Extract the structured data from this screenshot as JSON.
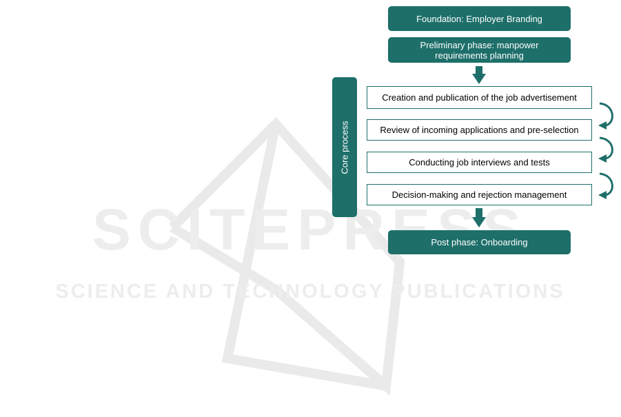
{
  "watermark": {
    "big": "SCITEPRESS",
    "small": "SCIENCE AND TECHNOLOGY PUBLICATIONS"
  },
  "boxes": {
    "foundation": "Foundation: Employer Branding",
    "preliminary_line1": "Preliminary phase: manpower",
    "preliminary_line2": "requirements planning",
    "post": "Post phase: Onboarding"
  },
  "core_process": {
    "label": "Core process",
    "steps": [
      "Creation and publication of the job advertisement",
      "Review of incoming applications and pre-selection",
      "Conducting job interviews and tests",
      "Decision-making and rejection management"
    ]
  },
  "colors": {
    "teal": "#1e6f6a",
    "watermark": "#e8e8e8"
  }
}
